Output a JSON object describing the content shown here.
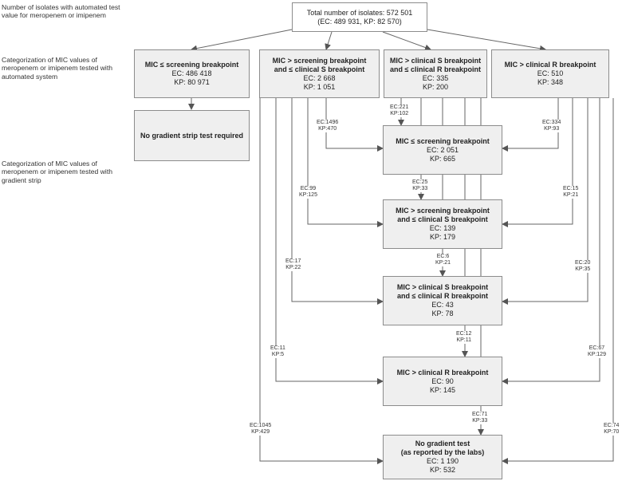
{
  "side_labels": {
    "top": "Number of isolates with automated test value for meropenem or imipenem",
    "mid": "Categorization of MIC values of meropenem or imipenem tested with automated system",
    "bottom": "Categorization of MIC values of meropenem or imipenem tested with gradient strip"
  },
  "root": {
    "line1": "Total number of isolates: 572 501",
    "line2": "(EC: 489 931, KP: 82 570)"
  },
  "automated": [
    {
      "title": "MIC ≤  screening breakpoint",
      "title2": "",
      "ec": "EC: 486 418",
      "kp": "KP: 80 971"
    },
    {
      "title": "MIC > screening breakpoint",
      "title2": "and ≤ clinical S breakpoint",
      "ec": "EC: 2 668",
      "kp": "KP: 1 051"
    },
    {
      "title": "MIC > clinical S breakpoint",
      "title2": "and ≤ clinical R breakpoint",
      "ec": "EC: 335",
      "kp": "KP: 200"
    },
    {
      "title": "MIC > clinical R breakpoint",
      "title2": "",
      "ec": "EC: 510",
      "kp": "KP: 348"
    }
  ],
  "no_gradient_required": "No gradient strip test required",
  "gradient": [
    {
      "title": "MIC ≤  screening breakpoint",
      "title2": "",
      "ec": "EC: 2 051",
      "kp": "KP: 665"
    },
    {
      "title": "MIC > screening breakpoint",
      "title2": "and ≤ clinical S breakpoint",
      "ec": "EC: 139",
      "kp": "KP: 179"
    },
    {
      "title": "MIC > clinical S breakpoint",
      "title2": "and ≤ clinical R breakpoint",
      "ec": "EC: 43",
      "kp": "KP: 78"
    },
    {
      "title": "MIC > clinical R breakpoint",
      "title2": "",
      "ec": "EC: 90",
      "kp": "KP: 145"
    }
  ],
  "no_gradient": {
    "title": "No gradient test",
    "title2": "(as reported by the labs)",
    "ec": "EC: 1 190",
    "kp": "KP: 532"
  },
  "flow_labels": [
    {
      "ec": "EC:1496",
      "kp": "KP:470"
    },
    {
      "ec": "EC:99",
      "kp": "KP:125"
    },
    {
      "ec": "EC:17",
      "kp": "KP:22"
    },
    {
      "ec": "EC:11",
      "kp": "KP:5"
    },
    {
      "ec": "EC:1045",
      "kp": "KP:429"
    },
    {
      "ec": "EC:221",
      "kp": "KP:102"
    },
    {
      "ec": "EC:25",
      "kp": "KP:33"
    },
    {
      "ec": "EC:6",
      "kp": "KP:21"
    },
    {
      "ec": "EC:12",
      "kp": "KP:11"
    },
    {
      "ec": "EC:71",
      "kp": "KP:33"
    },
    {
      "ec": "EC:334",
      "kp": "KP:93"
    },
    {
      "ec": "EC:15",
      "kp": "KP:21"
    },
    {
      "ec": "EC:20",
      "kp": "KP:35"
    },
    {
      "ec": "EC:67",
      "kp": "KP:129"
    },
    {
      "ec": "EC:74",
      "kp": "KP:70"
    }
  ]
}
